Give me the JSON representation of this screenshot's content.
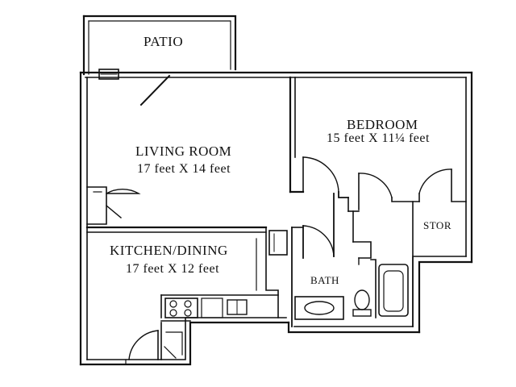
{
  "rooms": {
    "patio": {
      "name": "PATIO"
    },
    "living": {
      "name": "LIVING ROOM",
      "size": "17 feet  X 14 feet"
    },
    "bedroom": {
      "name": "BEDROOM",
      "size": "15 feet X 11¼  feet"
    },
    "kitchen": {
      "name": "KITCHEN/DINING",
      "size": "17 feet X 12 feet"
    },
    "bath": {
      "name": "BATH"
    },
    "storage": {
      "name": "STOR"
    }
  }
}
